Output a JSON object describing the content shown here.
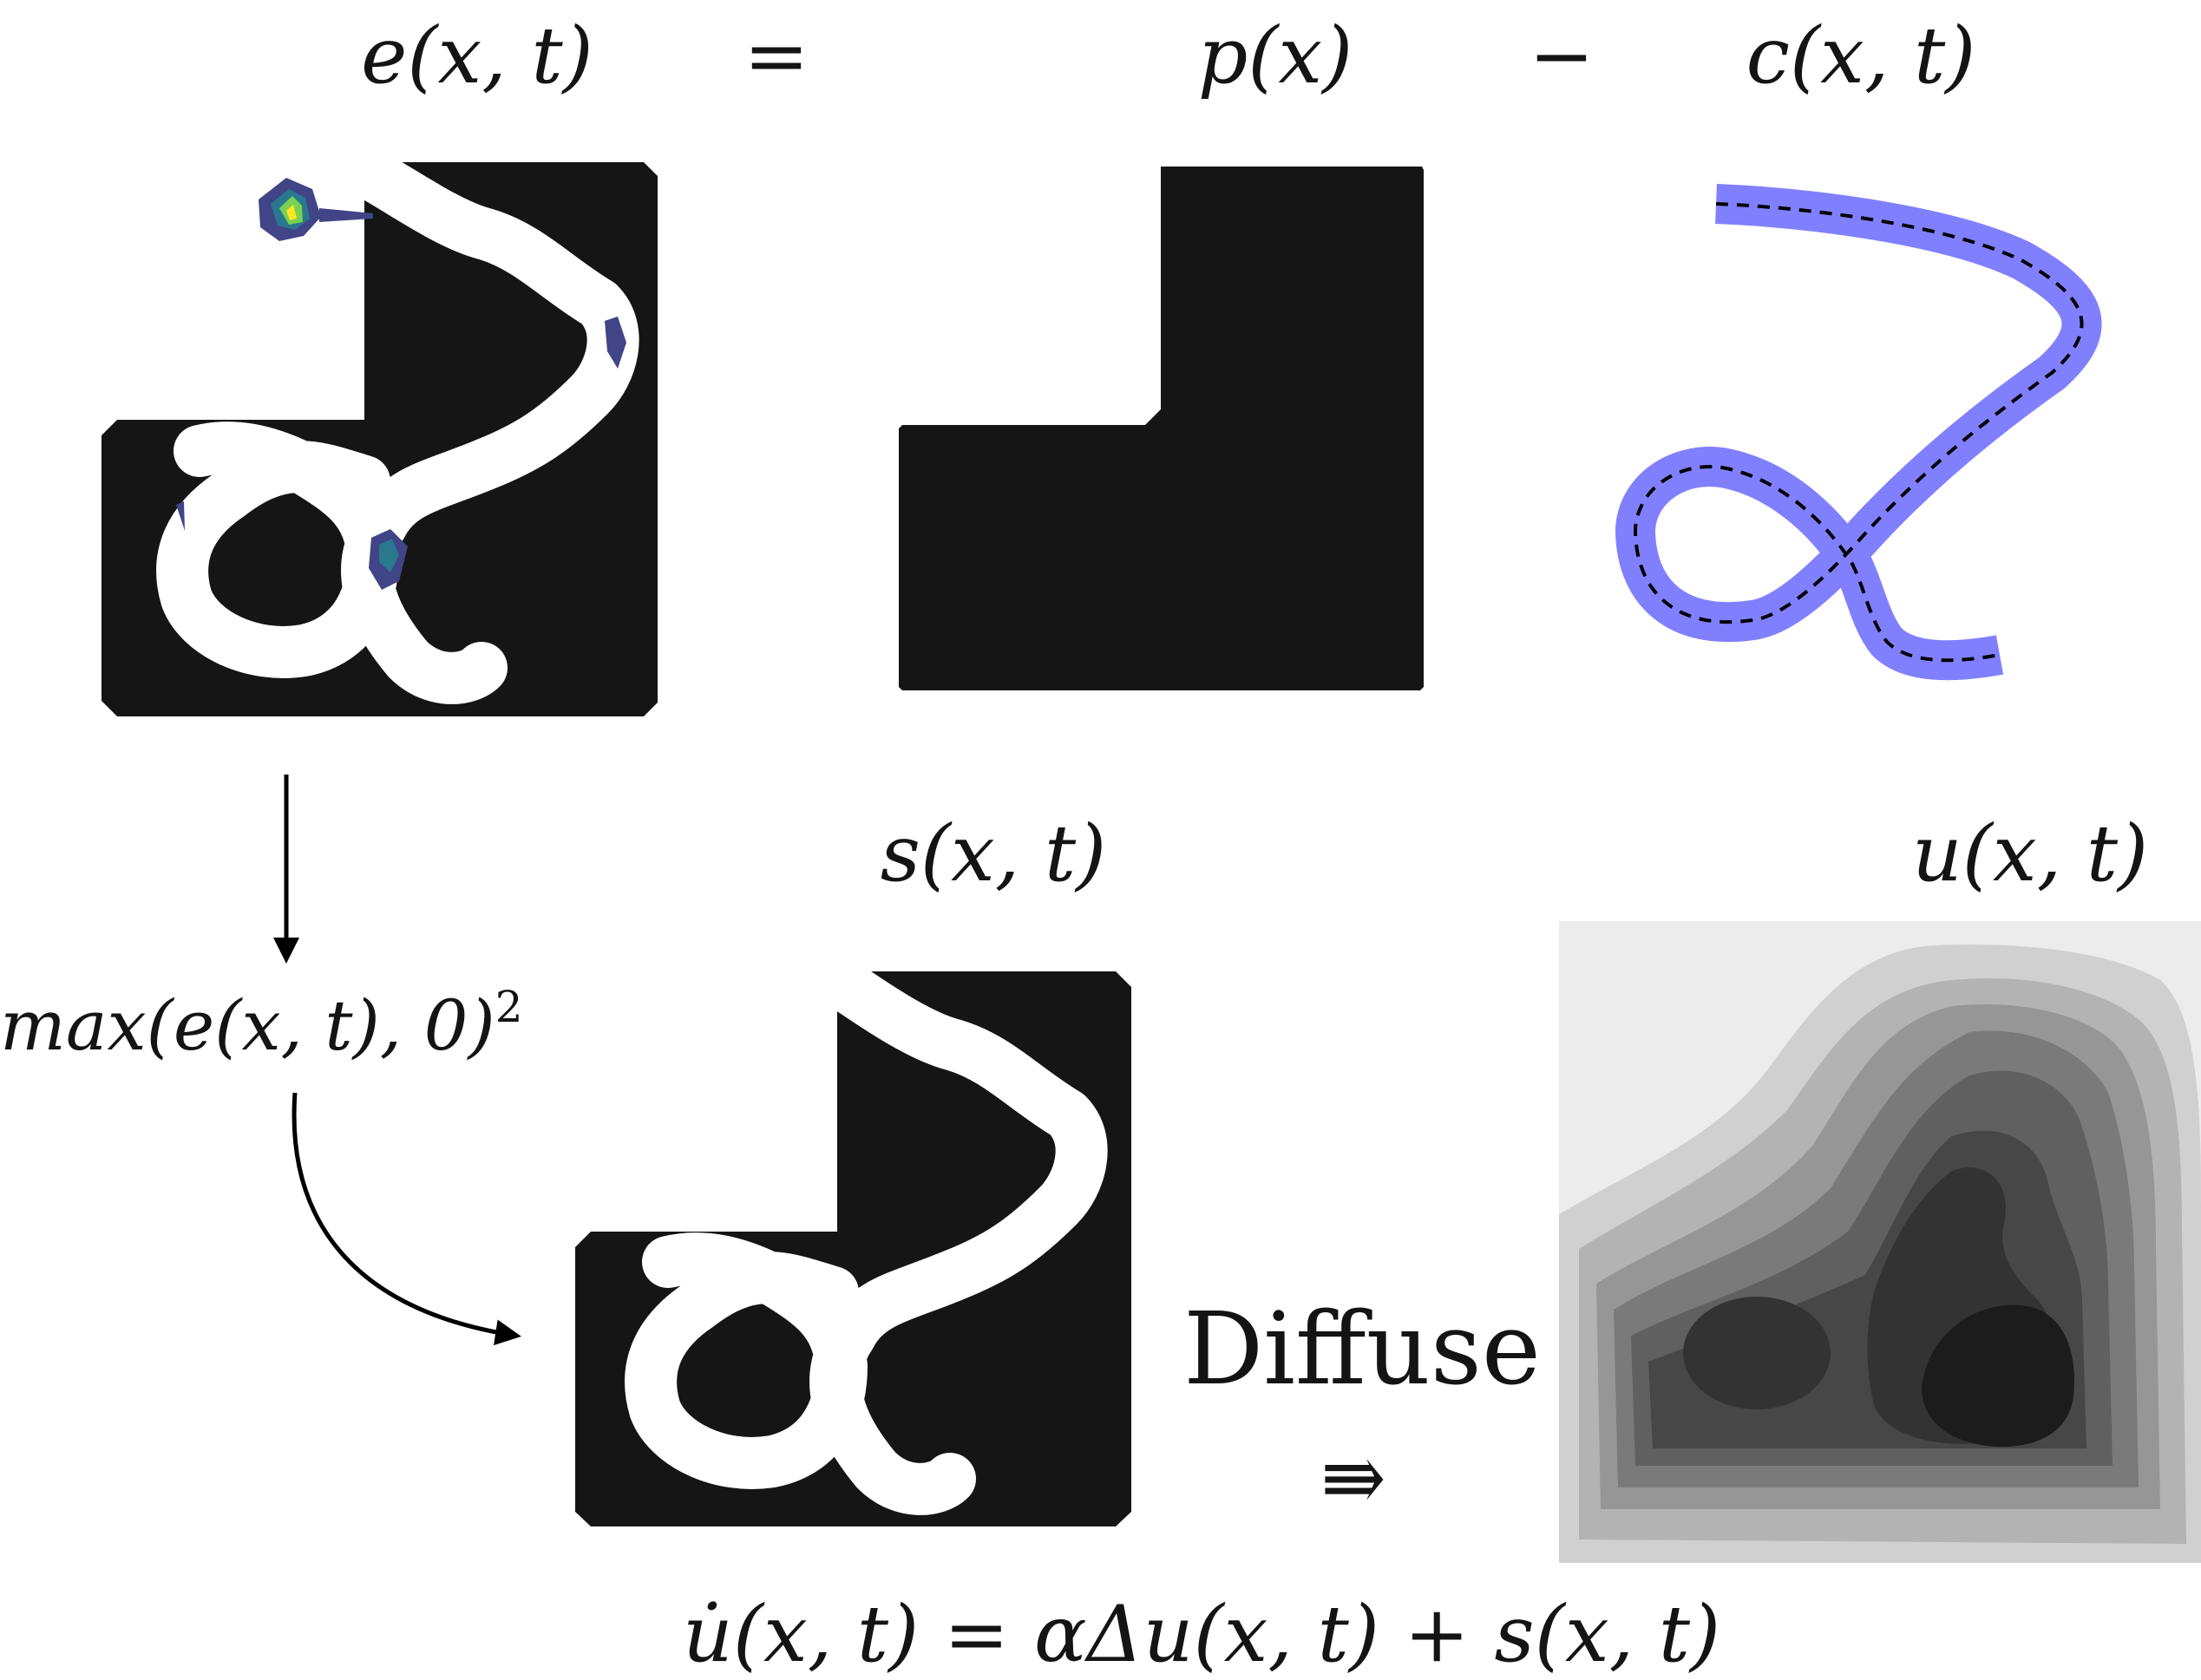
{
  "labels": {
    "e_func": "e(x, t)",
    "eq_sign": "=",
    "p_func": "p(x)",
    "minus_sign": "−",
    "c_func": "c(x, t)",
    "s_func": "s(x, t)",
    "u_func": "u(x, t)",
    "max_expr": "max(e(x, t), 0)",
    "max_exp": "2",
    "diffuse": "Diffuse",
    "implies": "⇛",
    "pde": "u̇(x, t) = αΔu(x, t) + s(x, t)"
  },
  "colors": {
    "region": "#151515",
    "path": "#8080ff",
    "hotspot_dark": "#414487",
    "hotspot_mid": "#2a788e",
    "hotspot_green": "#7ad151",
    "hotspot_yellow": "#fde725"
  },
  "diffusion_levels": [
    "#ececec",
    "#d0d0d0",
    "#b3b3b3",
    "#969696",
    "#7a7a7a",
    "#606060",
    "#474747",
    "#333333",
    "#1c1c1c"
  ]
}
